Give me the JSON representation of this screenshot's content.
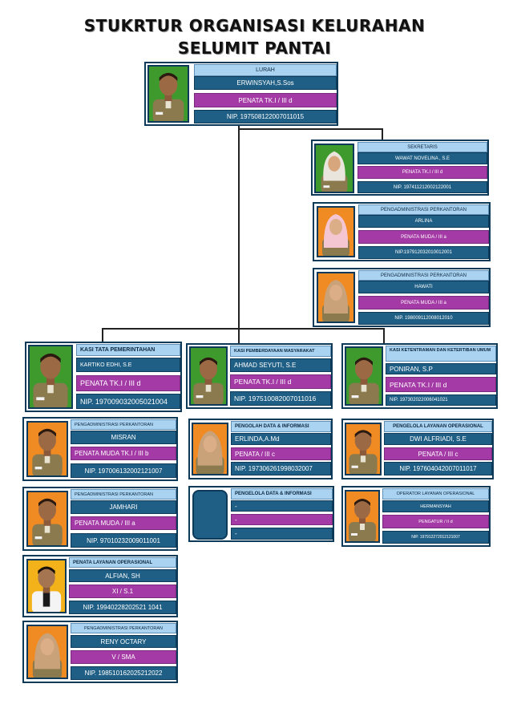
{
  "title_line1": "STUKRTUR ORGANISASI KELURAHAN",
  "title_line2": "SELUMIT PANTAI",
  "lurah": {
    "title": "LURAH",
    "name": "ERWINSYAH,S.Sos",
    "rank": "PENATA TK.I / III d",
    "nip": "NIP. 197508122007011015"
  },
  "sekretaris": {
    "title": "SEKRETARIS",
    "name": "WAWAT NOVELINA , S.E",
    "rank": "PENATA TK.I / III d",
    "nip": "NIP. 197411212002122001"
  },
  "pengadministrasi_1": {
    "title": "PENGADMINISTRASI PERKANTORAN",
    "name": "ARLINA",
    "rank": "PENATA MUDA / III a",
    "nip": "NIP.197912032010012001"
  },
  "pengadministrasi_2": {
    "title": "PENGADMINISTRASI PERKANTORAN",
    "name": "HAWATI",
    "rank": "PENATA MUDA / III a",
    "nip": "NIP. 198009112008012010"
  },
  "kasi_pemerintahan": {
    "title": "KASI TATA PEMERINTAHAN",
    "name": "KARTIKO EDHI, S.E",
    "rank": "PENATA TK.I / III d",
    "nip": "NIP. 197009032005021004"
  },
  "kasi_pemberdayaan": {
    "title": "KASI PEMBERDAYAAN MASYARAKAT",
    "name": "AHMAD SEYUTI, S.E",
    "rank": "PENATA TK.I / III d",
    "nip": "NIP. 197510082007011016"
  },
  "kasi_ketentraman": {
    "title": "KASI KETENTRAMAN DAN KETERTIBAN UMUM",
    "name": "PONIRAN, S.P",
    "rank": "PENATA TK.I / III d",
    "nip": "NIP. 197302022006041021"
  },
  "left_adm_1": {
    "title": "PENGADMINISTRASI PERKANTORAN",
    "name": "MISRAN",
    "rank": "PENATA MUDA TK.I / III b",
    "nip": "NIP. 197006132002121007"
  },
  "left_adm_2": {
    "title": "PENGADMINISTRASI PERKANTORAN",
    "name": "JAMHARI",
    "rank": "PENATA MUDA / III a",
    "nip": "NIP. 97010232009011001"
  },
  "left_layanan": {
    "title": "PENATA LAYANAN OPERASIONAL",
    "name": "ALFIAN, SH",
    "rank": "XI / S.1",
    "nip": "NIP. 19940228202521 1041"
  },
  "left_adm_3": {
    "title": "PENGADMINISTRASI PERKANTORAN",
    "name": "RENY OCTARY",
    "rank": "V / SMA",
    "nip": "NIP. 198510162025212022"
  },
  "mid_pengolah": {
    "title": "PENGOLAH DATA & INFORMASI",
    "name": "ERLINDA,A.Md",
    "rank": "PENATA / III c",
    "nip": "NIP. 197306261998032007"
  },
  "mid_pengelola": {
    "title": "PENGELOLA DATA & INFORMASI",
    "name": "-",
    "rank": "-",
    "nip": "-"
  },
  "right_pengelola": {
    "title": "PENGELOLA LAYANAN OPERASIONAL",
    "name": "DWI ALFRIADI, S.E",
    "rank": "PENATA / III c",
    "nip": "NIP. 197604042007011017"
  },
  "right_operator": {
    "title": "OPERATOR LAYANAN OPERASIONAL",
    "name": "HERMANSYAH",
    "rank": "PENGATUR / II d",
    "nip": "NIP. 197912272012121007"
  },
  "colors": {
    "light_blue": "#a9d3f0",
    "dark_blue": "#1f5f85",
    "purple": "#a43aa5",
    "border": "#0e3a5a"
  }
}
